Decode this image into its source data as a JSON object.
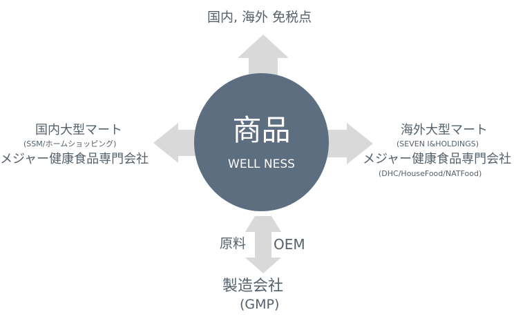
{
  "top": {
    "label": "国内, 海外 免税点"
  },
  "left": {
    "title": "国内大型マート",
    "sub": "(SSM/ホームショッピング)",
    "line2": "メジャー健康食品専門会社"
  },
  "right": {
    "title": "海外大型マート",
    "sub": "(SEVEN I&HOLDINGS)",
    "line2": "メジャー健康食品専門会社",
    "sub2": "(DHC/HouseFood/NATFood)"
  },
  "center": {
    "title": "商品",
    "subtitle": "WELL NESS"
  },
  "bottom": {
    "left_label": "原料",
    "right_label": "OEM",
    "title": "製造会社",
    "sub": "(GMP)"
  },
  "colors": {
    "arrow": "#d9d9d9",
    "circle": "#5c6e80",
    "text": "#55606b"
  }
}
